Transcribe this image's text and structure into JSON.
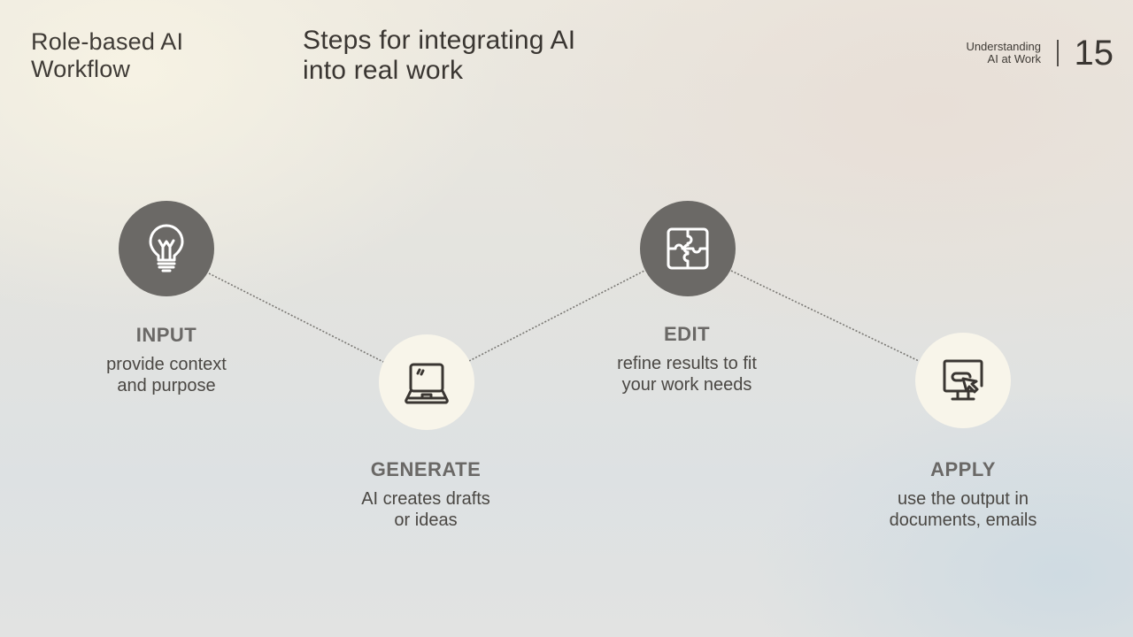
{
  "header": {
    "section_title_line1": "Role-based AI",
    "section_title_line2": "Workflow",
    "main_title_line1": "Steps for integrating AI",
    "main_title_line2": "into real work",
    "course_line1": "Understanding",
    "course_line2": "AI at Work",
    "page_number": "15"
  },
  "colors": {
    "dark_circle": "#6b6966",
    "light_circle": "#f8f5ea",
    "step_title": "#6a6866",
    "text": "#3a3632"
  },
  "steps": [
    {
      "title": "INPUT",
      "desc_line1": "provide context",
      "desc_line2": "and purpose",
      "icon": "lightbulb-icon"
    },
    {
      "title": "GENERATE",
      "desc_line1": "AI creates drafts",
      "desc_line2": "or ideas",
      "icon": "laptop-icon"
    },
    {
      "title": "EDIT",
      "desc_line1": "refine results to fit",
      "desc_line2": "your work needs",
      "icon": "puzzle-icon"
    },
    {
      "title": "APPLY",
      "desc_line1": "use the output in",
      "desc_line2": "documents, emails",
      "icon": "monitor-click-icon"
    }
  ]
}
